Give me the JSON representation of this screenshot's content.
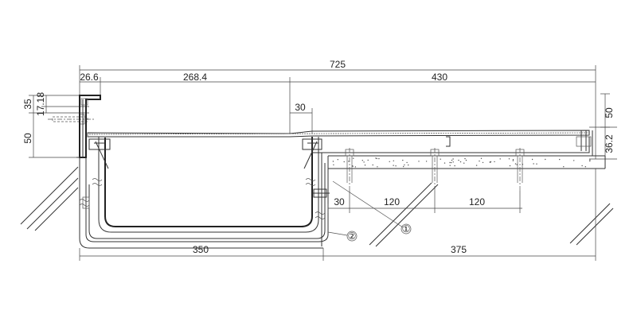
{
  "dimensions": {
    "total_width": "725",
    "left_edge": "26.6",
    "left_span": "268.4",
    "right_span": "430",
    "offset_30_top": "30",
    "height_35": "35",
    "height_17_18": "17.18",
    "height_50_left": "50",
    "height_50_right": "50",
    "height_36_2": "36.2",
    "bottom_30": "30",
    "bottom_120_a": "120",
    "bottom_120_b": "120",
    "bottom_350": "350",
    "bottom_375": "375"
  },
  "callouts": {
    "one": "①",
    "two": "②"
  }
}
